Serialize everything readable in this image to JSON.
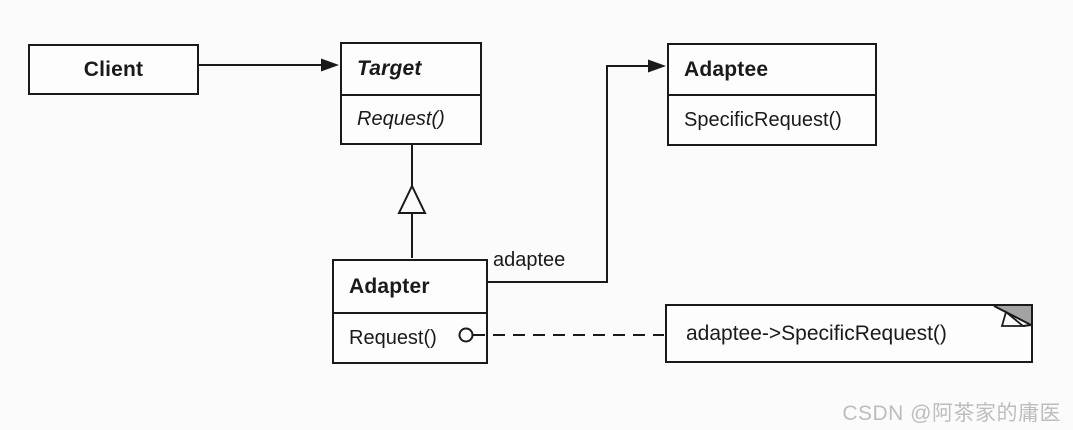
{
  "classes": {
    "client": {
      "name": "Client"
    },
    "target": {
      "name": "Target",
      "methods": [
        "Request()"
      ]
    },
    "adaptee": {
      "name": "Adaptee",
      "methods": [
        "SpecificRequest()"
      ]
    },
    "adapter": {
      "name": "Adapter",
      "methods": [
        "Request()"
      ]
    }
  },
  "labels": {
    "association_role": "adaptee"
  },
  "note": {
    "text": "adaptee->SpecificRequest()"
  },
  "watermark": {
    "text": "CSDN @阿茶家的庸医"
  },
  "colors": {
    "line": "#1a1a1a",
    "box_fill": "#fdfdfd",
    "note_fold_gray": "#a3a3a3",
    "watermark_gray": "#bdbdbd",
    "background": "#fbfbfb"
  }
}
